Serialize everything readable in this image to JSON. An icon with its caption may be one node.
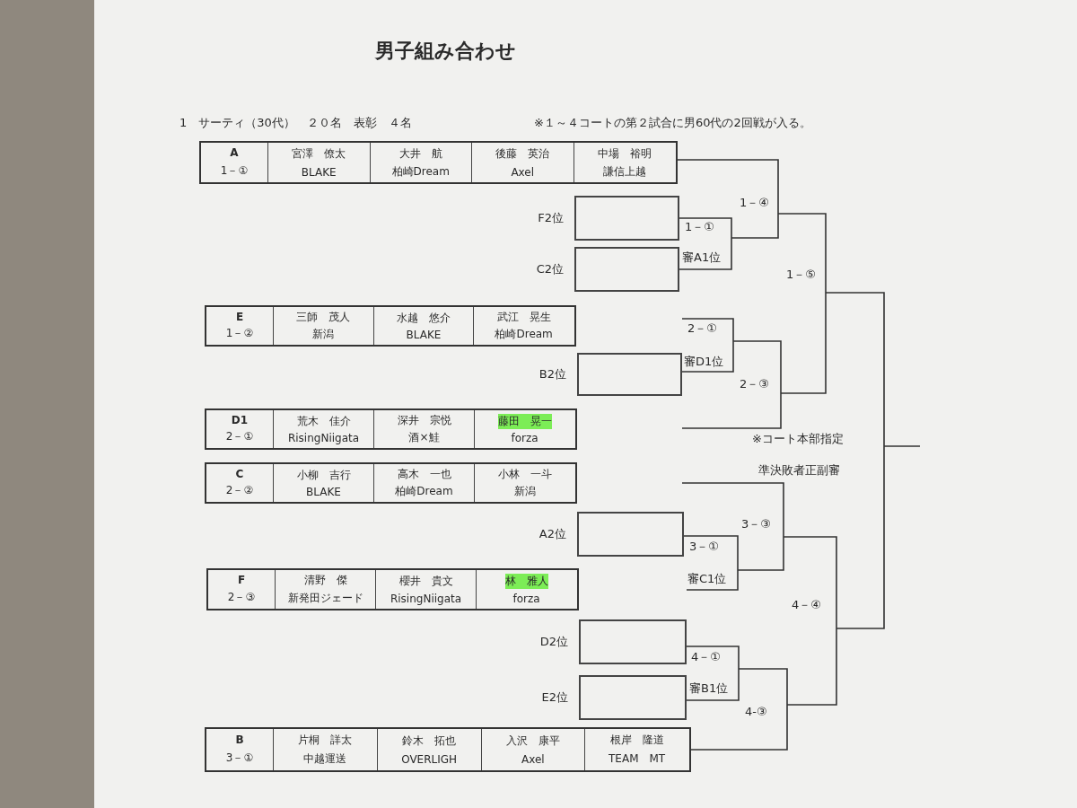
{
  "diagram": {
    "title": "男子組み合わせ",
    "nodes": [
      {
        "text": [
          "A",
          "1－①",
          "宮澤　僚太",
          "BLAKE",
          "大井　航",
          "柏崎Dream",
          "後藤　英治",
          "Axel",
          "中場　裕明",
          "謙信上越"
        ]
      },
      {
        "text": [],
        "shape": "box",
        "beside": [
          "F2位"
        ]
      },
      {
        "text": [],
        "shape": "box",
        "beside": [
          "C2位"
        ]
      },
      {
        "text": [
          "E",
          "1－②",
          "三師　茂人",
          "新潟",
          "水越　悠介",
          "BLAKE",
          "武江　晃生",
          "柏崎Dream"
        ]
      },
      {
        "text": [],
        "shape": "box",
        "beside": [
          "B2位"
        ]
      },
      {
        "text": [
          "D1",
          "2－①",
          "荒木　佳介",
          "RisingNiigata",
          "深井　宗悦",
          "酒×鮭",
          "藤田　晃一",
          "forza"
        ]
      },
      {
        "text": [
          "C",
          "2－②",
          "小柳　吉行",
          "BLAKE",
          "高木　一也",
          "柏崎Dream",
          "小林　一斗",
          "新潟"
        ]
      },
      {
        "text": [],
        "shape": "box",
        "beside": [
          "A2位"
        ]
      },
      {
        "text": [
          "F",
          "2－③",
          "清野　傑",
          "新発田ジェード",
          "櫻井　貴文",
          "RisingNiigata",
          "林　雅人",
          "forza"
        ]
      },
      {
        "text": [],
        "shape": "box",
        "beside": [
          "D2位"
        ]
      },
      {
        "text": [],
        "shape": "box",
        "beside": [
          "E2位"
        ]
      },
      {
        "text": [
          "B",
          "3－①",
          "片桐　詳太",
          "中越運送",
          "鈴木　拓也",
          "OVERLIGH",
          "入沢　康平",
          "Axel",
          "根岸　隆道",
          "TEAM　MT"
        ]
      }
    ],
    "labels": [
      "1　サーティ（30代）　２０名　表彰　４名",
      "※１～４コートの第２試合に男60代の2回戦が入る。",
      "1－④",
      "1－①",
      "審A1位",
      "1－⑤",
      "2－①",
      "審D1位",
      "2－③",
      "※コート本部指定",
      "準決敗者正副審",
      "3－③",
      "3－①",
      "審C1位",
      "4－④",
      "4－①",
      "審B1位",
      "4-③"
    ]
  }
}
